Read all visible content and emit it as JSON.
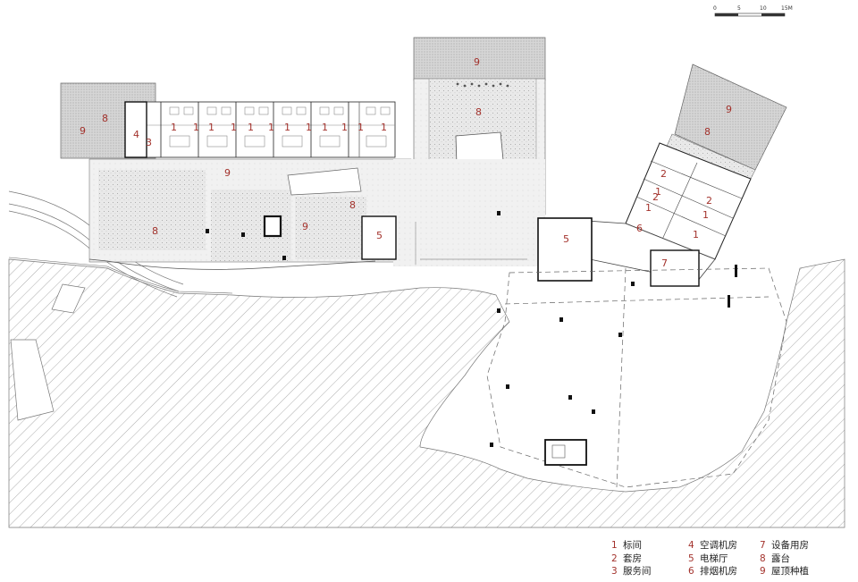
{
  "scale_bar": {
    "ticks": [
      "0",
      "5",
      "10",
      "15M"
    ]
  },
  "plan_labels": {
    "l1": [
      "1",
      "1",
      "1",
      "1",
      "1",
      "1",
      "1",
      "1",
      "1",
      "1",
      "1",
      "1",
      "1",
      "1",
      "1",
      "1"
    ],
    "l2": [
      "2",
      "2",
      "2"
    ],
    "l3": "3",
    "l4": "4",
    "l5": [
      "5",
      "5"
    ],
    "l6": "6",
    "l7": "7",
    "l8": [
      "8",
      "8",
      "8",
      "8",
      "8"
    ],
    "l9": [
      "9",
      "9",
      "9",
      "9"
    ]
  },
  "legend": [
    {
      "num": "1",
      "text": "标间"
    },
    {
      "num": "2",
      "text": "套房"
    },
    {
      "num": "3",
      "text": "服务间"
    },
    {
      "num": "4",
      "text": "空调机房"
    },
    {
      "num": "5",
      "text": "电梯厅"
    },
    {
      "num": "6",
      "text": "排烟机房"
    },
    {
      "num": "7",
      "text": "设备用房"
    },
    {
      "num": "8",
      "text": "露台"
    },
    {
      "num": "9",
      "text": "屋顶种植"
    }
  ]
}
